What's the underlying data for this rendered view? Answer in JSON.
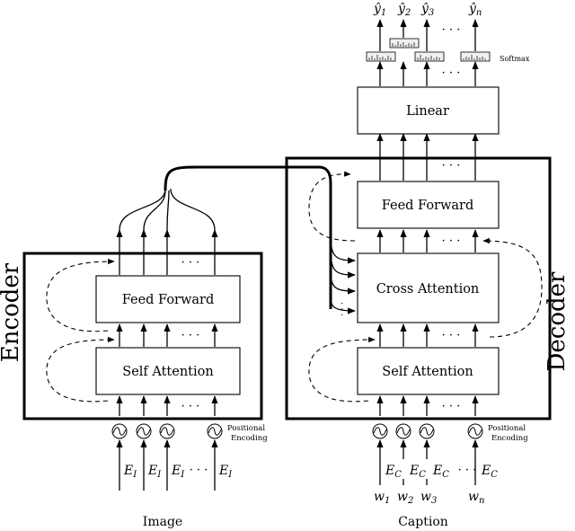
{
  "encoder": {
    "title": "Encoder",
    "feed_forward": "Feed Forward",
    "self_attention": "Self Attention",
    "positional_encoding_line1": "Positional",
    "positional_encoding_line2": "Encoding",
    "ellipsis": "· · ·",
    "inputs": [
      "E",
      "E",
      "E",
      "E"
    ],
    "input_sub": "I",
    "input_label": "Image"
  },
  "decoder": {
    "title": "Decoder",
    "feed_forward": "Feed Forward",
    "cross_attention": "Cross Attention",
    "self_attention": "Self Attention",
    "positional_encoding_line1": "Positional",
    "positional_encoding_line2": "Encoding",
    "ellipsis": "· · ·",
    "embed": "E",
    "embed_sub": "C",
    "tokens": [
      {
        "base": "w",
        "sub": "1"
      },
      {
        "base": "w",
        "sub": "2"
      },
      {
        "base": "w",
        "sub": "3"
      },
      {
        "base": "w",
        "sub": "n"
      }
    ],
    "input_label": "Caption"
  },
  "head": {
    "linear": "Linear",
    "softmax": "Softmax",
    "outputs": [
      {
        "base": "ŷ",
        "sub": "1"
      },
      {
        "base": "ŷ",
        "sub": "2"
      },
      {
        "base": "ŷ",
        "sub": "3"
      },
      {
        "base": "ŷ",
        "sub": "n"
      }
    ],
    "ellipsis": "· · ·"
  },
  "icons": [
    "sine-wave-icon",
    "softmax-histogram-icon"
  ]
}
